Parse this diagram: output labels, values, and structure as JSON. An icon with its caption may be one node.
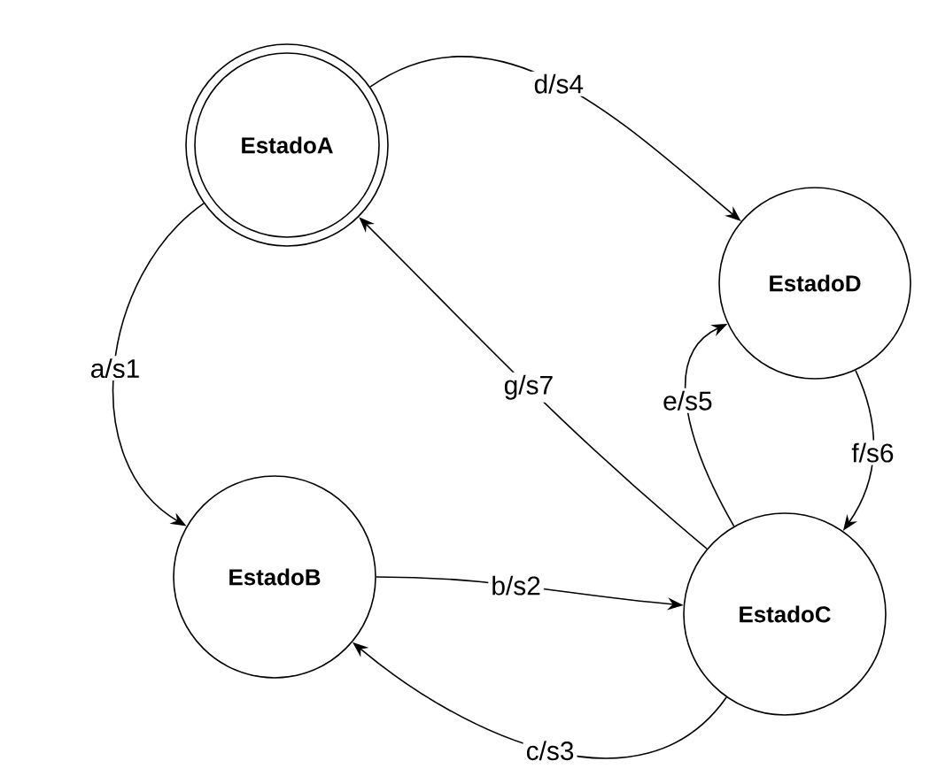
{
  "diagram": {
    "nodes": [
      {
        "text": [
          "EstadoA"
        ]
      },
      {
        "text": [
          "EstadoD"
        ]
      },
      {
        "text": [
          "EstadoB"
        ]
      },
      {
        "text": [
          "EstadoC"
        ]
      }
    ],
    "edges": [
      {
        "from": 0,
        "to": 1,
        "arrow": "to",
        "label": "d/s4"
      },
      {
        "from": 0,
        "to": 2,
        "arrow": "to",
        "label": "a/s1"
      },
      {
        "from": 2,
        "to": 3,
        "arrow": "to",
        "label": "b/s2"
      },
      {
        "from": 3,
        "to": 2,
        "arrow": "to",
        "label": "c/s3"
      },
      {
        "from": 3,
        "to": 0,
        "arrow": "to",
        "label": "g/s7"
      },
      {
        "from": 3,
        "to": 1,
        "arrow": "to",
        "label": "e/s5"
      },
      {
        "from": 1,
        "to": 3,
        "arrow": "to",
        "label": "f/s6"
      }
    ]
  }
}
